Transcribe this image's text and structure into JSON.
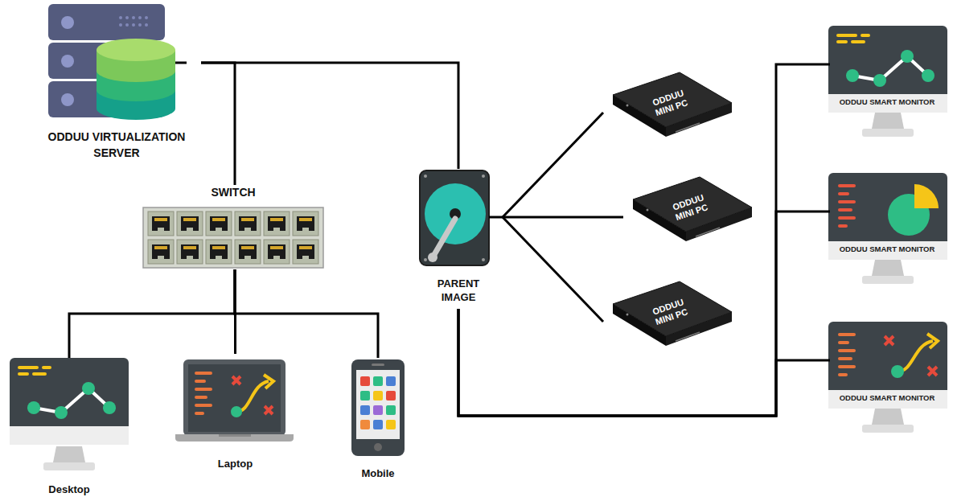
{
  "diagram": {
    "nodes": [
      {
        "text": [
          "ODDUU VIRTUALIZATION SERVER"
        ]
      },
      {
        "text": [
          "SWITCH"
        ]
      },
      {
        "text": [
          "Desktop"
        ]
      },
      {
        "text": [
          "Laptop"
        ]
      },
      {
        "text": [
          "Mobile"
        ]
      },
      {
        "text": [
          "PARENT IMAGE"
        ]
      },
      {
        "text": [
          "ODDUU MINI PC"
        ]
      },
      {
        "text": [
          "ODDUU MINI PC"
        ]
      },
      {
        "text": [
          "ODDUU MINI PC"
        ]
      },
      {
        "text": [
          "ODDUU SMART MONITOR"
        ]
      },
      {
        "text": [
          "ODDUU SMART MONITOR"
        ]
      },
      {
        "text": [
          "ODDUU SMART MONITOR"
        ]
      }
    ],
    "edges": [
      {
        "from": 0,
        "to": 1,
        "arrow": "none"
      },
      {
        "from": 0,
        "to": 5,
        "arrow": "none"
      },
      {
        "from": 1,
        "to": 2,
        "arrow": "none"
      },
      {
        "from": 1,
        "to": 3,
        "arrow": "none"
      },
      {
        "from": 1,
        "to": 4,
        "arrow": "none"
      },
      {
        "from": 5,
        "to": 6,
        "arrow": "none"
      },
      {
        "from": 5,
        "to": 7,
        "arrow": "none"
      },
      {
        "from": 5,
        "to": 8,
        "arrow": "none"
      },
      {
        "from": 5,
        "to": 9,
        "arrow": "none"
      },
      {
        "from": 5,
        "to": 10,
        "arrow": "none"
      },
      {
        "from": 5,
        "to": 11,
        "arrow": "none"
      }
    ]
  }
}
